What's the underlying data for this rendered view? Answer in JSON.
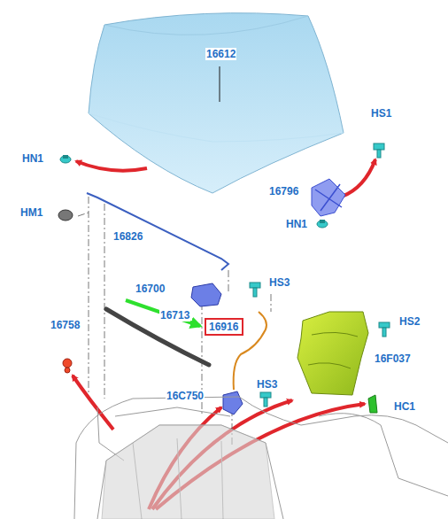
{
  "diagram": {
    "nodes": [
      {
        "text": [
          "16916"
        ]
      }
    ],
    "labels": [
      "16612",
      "HN1",
      "HS1",
      "HM1",
      "16796",
      "HN1",
      "16826",
      "16700",
      "HS3",
      "16713",
      "16758",
      "HS2",
      "16F037",
      "HS3",
      "16C750",
      "HC1"
    ]
  }
}
